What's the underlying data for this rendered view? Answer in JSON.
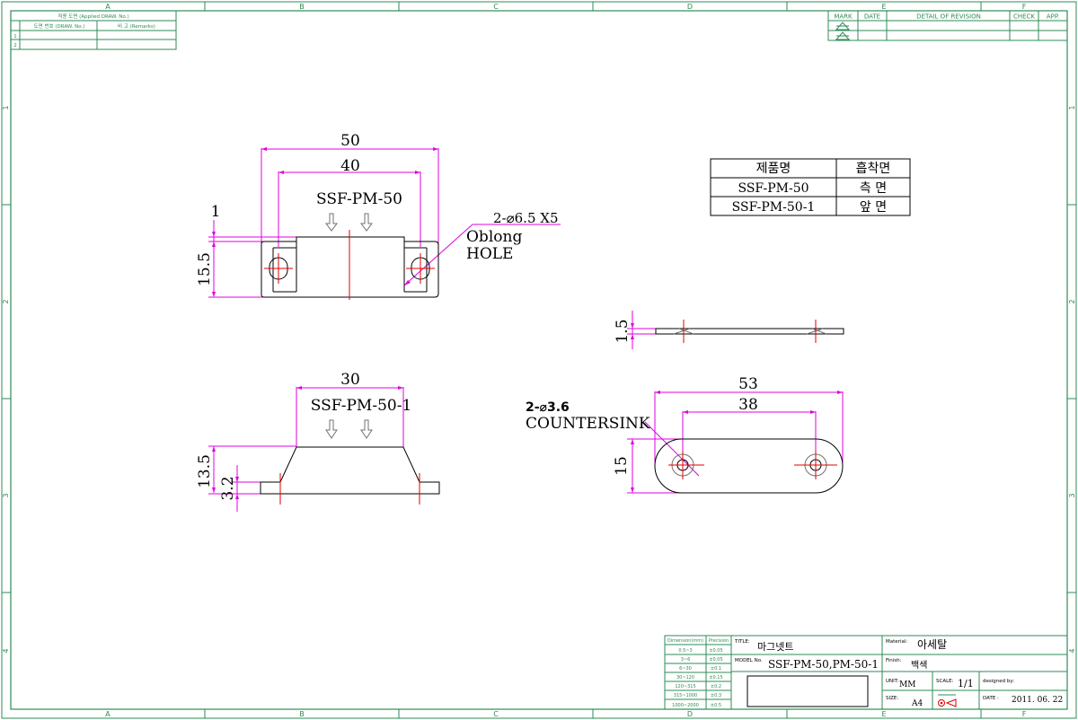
{
  "border": {
    "columns": [
      "A",
      "B",
      "C",
      "D",
      "E",
      "F"
    ],
    "rows": [
      "1",
      "2",
      "3",
      "4"
    ]
  },
  "applied_table": {
    "header": "적용 도면 (Applied DRAW. No.)",
    "col1": "도면 번호 (DRAW. No.)",
    "col2": "비 고 (Remarks)",
    "rows": [
      "1",
      "2"
    ]
  },
  "revision_table": {
    "headers": [
      "MARK",
      "DATE",
      "DETAIL OF REVISION",
      "CHECK",
      "APP."
    ]
  },
  "product_table": {
    "headers": [
      "제품명",
      "흡착면"
    ],
    "rows": [
      [
        "SSF-PM-50",
        "측 면"
      ],
      [
        "SSF-PM-50-1",
        "앞 면"
      ]
    ]
  },
  "view1": {
    "label": "SSF-PM-50",
    "dims": {
      "overall": "50",
      "holes": "40",
      "thickness": "1",
      "height": "15.5"
    },
    "hole_note": {
      "line1": "2-⌀6.5 X5",
      "line2": "Oblong",
      "line3": "HOLE"
    }
  },
  "view2": {
    "label": "SSF-PM-50-1",
    "dims": {
      "top": "30",
      "height": "13.5",
      "flange": "3.2"
    }
  },
  "view3": {
    "dims": {
      "thickness": "1.5"
    }
  },
  "view4": {
    "dims": {
      "overall": "53",
      "holes": "38",
      "height": "15"
    },
    "hole_note": {
      "line1": "2-⌀3.6",
      "line2": "COUNTERSINK"
    }
  },
  "title_block": {
    "tolerance": {
      "headers": [
        "Dimension(mm)",
        "Precision"
      ],
      "rows": [
        [
          "0.5~3",
          "±0.05"
        ],
        [
          "3~6",
          "±0.05"
        ],
        [
          "6~30",
          "±0.1"
        ],
        [
          "30~120",
          "±0.15"
        ],
        [
          "120~315",
          "±0.2"
        ],
        [
          "315~1000",
          "±0.3"
        ],
        [
          "1000~2000",
          "±0.5"
        ]
      ]
    },
    "title_label": "TITLE:",
    "title_value": "마그넷트",
    "model_label": "MODEL No.",
    "model_value": "SSF-PM-50,PM-50-1",
    "material_label": "Material:",
    "material_value": "아세탈",
    "finish_label": "Finish:",
    "finish_value": "백색",
    "unit_label": "UNIT:",
    "unit_value": "MM",
    "scale_label": "SCALE:",
    "scale_value": "1/1",
    "designed_label": "designed by:",
    "size_label": "SIZE:",
    "size_value": "A4",
    "date_label": "DATE :",
    "date_value": "2011. 06. 22"
  }
}
